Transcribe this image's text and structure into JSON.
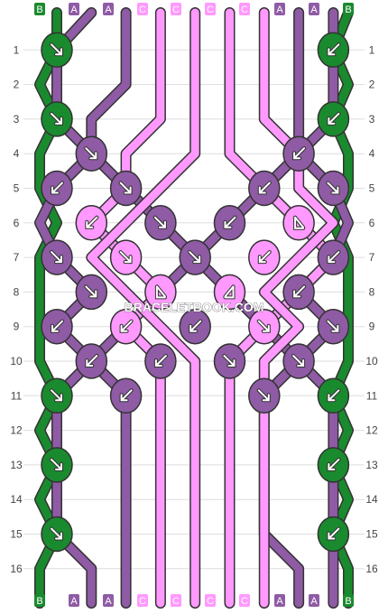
{
  "watermark": "BRACELETBOOK.COM",
  "colors": {
    "A": "#8f5ba5",
    "B": "#1a8a2e",
    "C": "#ff99ff",
    "gridline": "#dddddd",
    "outline": "#333333"
  },
  "threads": [
    "B",
    "A",
    "A",
    "C",
    "C",
    "C",
    "C",
    "A",
    "A",
    "B"
  ],
  "bottom_threads": [
    "B",
    "A",
    "A",
    "C",
    "C",
    "C",
    "C",
    "A",
    "A",
    "B"
  ],
  "rows": [
    "1",
    "2",
    "3",
    "4",
    "5",
    "6",
    "7",
    "8",
    "9",
    "10",
    "11",
    "12",
    "13",
    "14",
    "15",
    "16"
  ],
  "knots": [
    {
      "row": 1,
      "col": 0,
      "color": "B",
      "dir": "se"
    },
    {
      "row": 1,
      "col": 8,
      "color": "B",
      "dir": "sw"
    },
    {
      "row": 3,
      "col": 0,
      "color": "B",
      "dir": "se"
    },
    {
      "row": 3,
      "col": 8,
      "color": "B",
      "dir": "sw"
    },
    {
      "row": 4,
      "col": 1,
      "color": "A",
      "dir": "se"
    },
    {
      "row": 4,
      "col": 7,
      "color": "A",
      "dir": "sw"
    },
    {
      "row": 5,
      "col": 0,
      "color": "A",
      "dir": "sw"
    },
    {
      "row": 5,
      "col": 2,
      "color": "A",
      "dir": "se"
    },
    {
      "row": 5,
      "col": 6,
      "color": "A",
      "dir": "sw"
    },
    {
      "row": 5,
      "col": 8,
      "color": "A",
      "dir": "se"
    },
    {
      "row": 6,
      "col": 1,
      "color": "C",
      "dir": "sw"
    },
    {
      "row": 6,
      "col": 3,
      "color": "A",
      "dir": "se"
    },
    {
      "row": 6,
      "col": 5,
      "color": "A",
      "dir": "sw"
    },
    {
      "row": 6,
      "col": 7,
      "color": "C",
      "dir": "se2"
    },
    {
      "row": 7,
      "col": 0,
      "color": "A",
      "dir": "se"
    },
    {
      "row": 7,
      "col": 2,
      "color": "C",
      "dir": "se"
    },
    {
      "row": 7,
      "col": 4,
      "color": "A",
      "dir": "se"
    },
    {
      "row": 7,
      "col": 6,
      "color": "C",
      "dir": "sw"
    },
    {
      "row": 7,
      "col": 8,
      "color": "A",
      "dir": "sw"
    },
    {
      "row": 8,
      "col": 1,
      "color": "A",
      "dir": "se"
    },
    {
      "row": 8,
      "col": 3,
      "color": "C",
      "dir": "se2"
    },
    {
      "row": 8,
      "col": 5,
      "color": "C",
      "dir": "sw2"
    },
    {
      "row": 8,
      "col": 7,
      "color": "A",
      "dir": "sw"
    },
    {
      "row": 9,
      "col": 0,
      "color": "A",
      "dir": "sw"
    },
    {
      "row": 9,
      "col": 2,
      "color": "C",
      "dir": "sw"
    },
    {
      "row": 9,
      "col": 4,
      "color": "A",
      "dir": "sw"
    },
    {
      "row": 9,
      "col": 6,
      "color": "C",
      "dir": "se"
    },
    {
      "row": 9,
      "col": 8,
      "color": "A",
      "dir": "se"
    },
    {
      "row": 10,
      "col": 1,
      "color": "A",
      "dir": "sw"
    },
    {
      "row": 10,
      "col": 3,
      "color": "A",
      "dir": "sw"
    },
    {
      "row": 10,
      "col": 5,
      "color": "A",
      "dir": "se"
    },
    {
      "row": 10,
      "col": 7,
      "color": "A",
      "dir": "se"
    },
    {
      "row": 11,
      "col": 0,
      "color": "B",
      "dir": "se"
    },
    {
      "row": 11,
      "col": 2,
      "color": "A",
      "dir": "sw"
    },
    {
      "row": 11,
      "col": 6,
      "color": "A",
      "dir": "se"
    },
    {
      "row": 11,
      "col": 8,
      "color": "B",
      "dir": "sw"
    },
    {
      "row": 13,
      "col": 0,
      "color": "B",
      "dir": "se"
    },
    {
      "row": 13,
      "col": 8,
      "color": "B",
      "dir": "sw"
    },
    {
      "row": 15,
      "col": 0,
      "color": "B",
      "dir": "se"
    },
    {
      "row": 15,
      "col": 8,
      "color": "B",
      "dir": "sw"
    }
  ],
  "segments": [
    {
      "color": "B",
      "pts": [
        [
          0,
          0
        ],
        [
          0,
          1
        ],
        [
          -1,
          2
        ],
        [
          0,
          3
        ],
        [
          -1,
          4
        ],
        [
          -1,
          5
        ],
        [
          0,
          6
        ],
        [
          -1,
          7
        ],
        [
          -1,
          8
        ],
        [
          -1,
          9
        ],
        [
          -1,
          10
        ],
        [
          0,
          11
        ],
        [
          -1,
          12
        ],
        [
          0,
          13
        ],
        [
          -1,
          14
        ],
        [
          0,
          15
        ],
        [
          -1,
          16
        ]
      ]
    },
    {
      "color": "B",
      "pts": [
        [
          9,
          0
        ],
        [
          8,
          1
        ],
        [
          9,
          2
        ],
        [
          8,
          3
        ],
        [
          9,
          4
        ],
        [
          9,
          5
        ],
        [
          8,
          6
        ],
        [
          9,
          7
        ],
        [
          9,
          8
        ],
        [
          9,
          9
        ],
        [
          9,
          10
        ],
        [
          8,
          11
        ],
        [
          9,
          12
        ],
        [
          8,
          13
        ],
        [
          9,
          14
        ],
        [
          8,
          15
        ],
        [
          9,
          16
        ]
      ]
    },
    {
      "color": "A",
      "pts": [
        [
          1,
          0
        ],
        [
          0,
          1
        ],
        [
          0,
          2
        ],
        [
          0,
          3
        ],
        [
          1,
          4
        ],
        [
          2,
          5
        ],
        [
          3,
          6
        ],
        [
          4,
          7
        ],
        [
          5,
          8
        ],
        [
          6,
          9
        ],
        [
          7,
          10
        ],
        [
          8,
          11
        ],
        [
          8,
          12
        ],
        [
          8,
          13
        ],
        [
          8,
          14
        ],
        [
          8,
          15
        ],
        [
          8,
          16
        ]
      ]
    },
    {
      "color": "A",
      "pts": [
        [
          8,
          0
        ],
        [
          8,
          1
        ],
        [
          8,
          2
        ],
        [
          8,
          3
        ],
        [
          7,
          4
        ],
        [
          6,
          5
        ],
        [
          5,
          6
        ],
        [
          4,
          7
        ],
        [
          3,
          8
        ],
        [
          2,
          9
        ],
        [
          1,
          10
        ],
        [
          0,
          11
        ],
        [
          0,
          12
        ],
        [
          0,
          13
        ],
        [
          0,
          14
        ],
        [
          0,
          15
        ],
        [
          1,
          16
        ]
      ]
    },
    {
      "color": "A",
      "pts": [
        [
          2,
          0
        ],
        [
          2,
          1
        ],
        [
          2,
          2
        ],
        [
          1,
          3
        ],
        [
          1,
          4
        ],
        [
          0,
          5
        ],
        [
          -1,
          6
        ],
        [
          0,
          7
        ],
        [
          1,
          8
        ],
        [
          0,
          9
        ],
        [
          1,
          10
        ],
        [
          2,
          11
        ],
        [
          2,
          12
        ],
        [
          2,
          13
        ],
        [
          2,
          14
        ],
        [
          2,
          15
        ],
        [
          2,
          16
        ]
      ]
    },
    {
      "color": "A",
      "pts": [
        [
          7,
          0
        ],
        [
          7,
          1
        ],
        [
          7,
          2
        ],
        [
          7,
          3
        ],
        [
          7,
          4
        ],
        [
          8,
          5
        ],
        [
          9,
          6
        ],
        [
          8,
          7
        ],
        [
          7,
          8
        ],
        [
          8,
          9
        ],
        [
          7,
          10
        ],
        [
          6,
          11
        ],
        [
          6,
          12
        ],
        [
          6,
          13
        ],
        [
          6,
          14
        ],
        [
          6,
          15
        ],
        [
          7,
          16
        ]
      ]
    },
    {
      "color": "C",
      "pts": [
        [
          3,
          0
        ],
        [
          3,
          1
        ],
        [
          3,
          2
        ],
        [
          3,
          3
        ],
        [
          2,
          4
        ],
        [
          2,
          5
        ],
        [
          1,
          6
        ],
        [
          2,
          7
        ],
        [
          3,
          8
        ],
        [
          2,
          9
        ],
        [
          3,
          10
        ],
        [
          3,
          11
        ],
        [
          3,
          12
        ],
        [
          3,
          13
        ],
        [
          3,
          14
        ],
        [
          3,
          15
        ],
        [
          3,
          16
        ]
      ]
    },
    {
      "color": "C",
      "pts": [
        [
          4,
          0
        ],
        [
          4,
          1
        ],
        [
          4,
          2
        ],
        [
          4,
          3
        ],
        [
          4,
          4
        ],
        [
          3,
          5
        ],
        [
          2,
          6
        ],
        [
          1,
          7
        ],
        [
          2,
          8
        ],
        [
          3,
          9
        ],
        [
          4,
          10
        ],
        [
          4,
          11
        ],
        [
          4,
          12
        ],
        [
          4,
          13
        ],
        [
          4,
          14
        ],
        [
          4,
          15
        ],
        [
          4,
          16
        ]
      ]
    },
    {
      "color": "C",
      "pts": [
        [
          5,
          0
        ],
        [
          5,
          1
        ],
        [
          5,
          2
        ],
        [
          5,
          3
        ],
        [
          5,
          4
        ],
        [
          6,
          5
        ],
        [
          7,
          6
        ],
        [
          8,
          7
        ],
        [
          7,
          8
        ],
        [
          6,
          9
        ],
        [
          5,
          10
        ],
        [
          5,
          11
        ],
        [
          5,
          12
        ],
        [
          5,
          13
        ],
        [
          5,
          14
        ],
        [
          5,
          15
        ],
        [
          5,
          16
        ]
      ]
    },
    {
      "color": "C",
      "pts": [
        [
          6,
          0
        ],
        [
          6,
          1
        ],
        [
          6,
          2
        ],
        [
          6,
          3
        ],
        [
          7,
          4
        ],
        [
          7,
          5
        ],
        [
          8,
          6
        ],
        [
          7,
          7
        ],
        [
          6,
          8
        ],
        [
          7,
          9
        ],
        [
          6,
          10
        ],
        [
          6,
          11
        ],
        [
          6,
          12
        ],
        [
          6,
          13
        ],
        [
          6,
          14
        ],
        [
          6,
          15
        ],
        [
          6,
          16
        ]
      ]
    }
  ]
}
